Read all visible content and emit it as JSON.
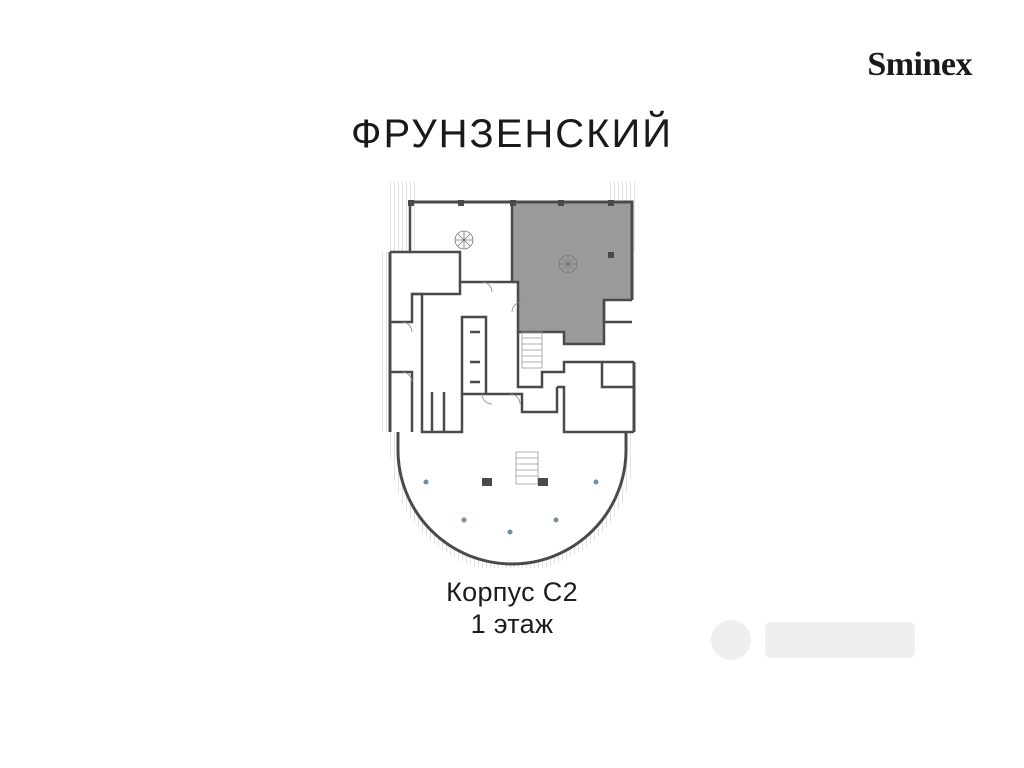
{
  "brand": {
    "logo_text": "Sminex"
  },
  "project": {
    "title": "ФРУНЗЕНСКИЙ"
  },
  "plan": {
    "building": "Корпус С2",
    "floor": "1 этаж",
    "highlight_color": "#9a9a9a",
    "wall_color": "#4a4a4a",
    "glazing_color": "#a9c4d8"
  }
}
